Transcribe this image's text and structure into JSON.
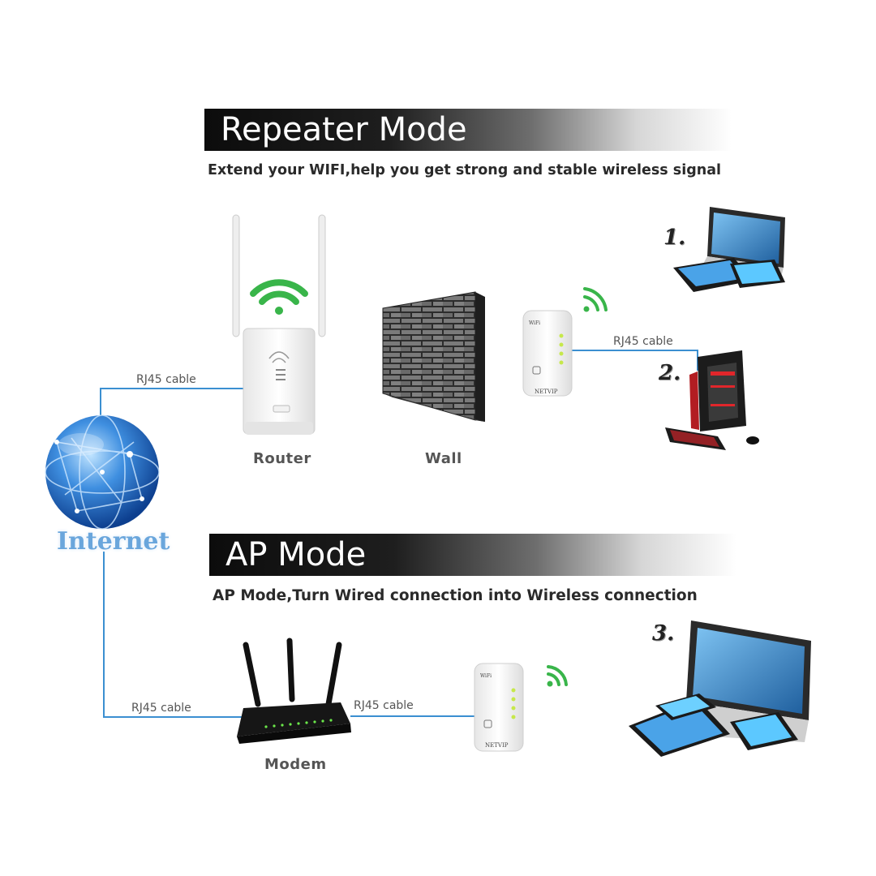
{
  "repeater": {
    "title": "Repeater Mode",
    "subtitle": "Extend your WIFI,help you get strong and stable wireless signal",
    "cable_router": "RJ45 cable",
    "cable_pc": "RJ45 cable",
    "router_label": "Router",
    "wall_label": "Wall",
    "step1": "1.",
    "step2": "2."
  },
  "ap": {
    "title": "AP Mode",
    "subtitle": "AP Mode,Turn Wired connection into Wireless connection",
    "cable_modem": "RJ45 cable",
    "cable_extender": "RJ45 cable",
    "modem_label": "Modem",
    "step3": "3."
  },
  "internet_label": "Internet",
  "extender_brand": "NETVIP",
  "colors": {
    "cable": "#3b8fd1",
    "wifi_green": "#39b54a",
    "banner_dark": "#111111",
    "globe_blue": "#1f6fc9"
  },
  "icons": {
    "wifi": "wifi-signal-icon",
    "globe": "globe-icon",
    "laptop": "laptop-icon",
    "desktop": "desktop-pc-icon"
  }
}
